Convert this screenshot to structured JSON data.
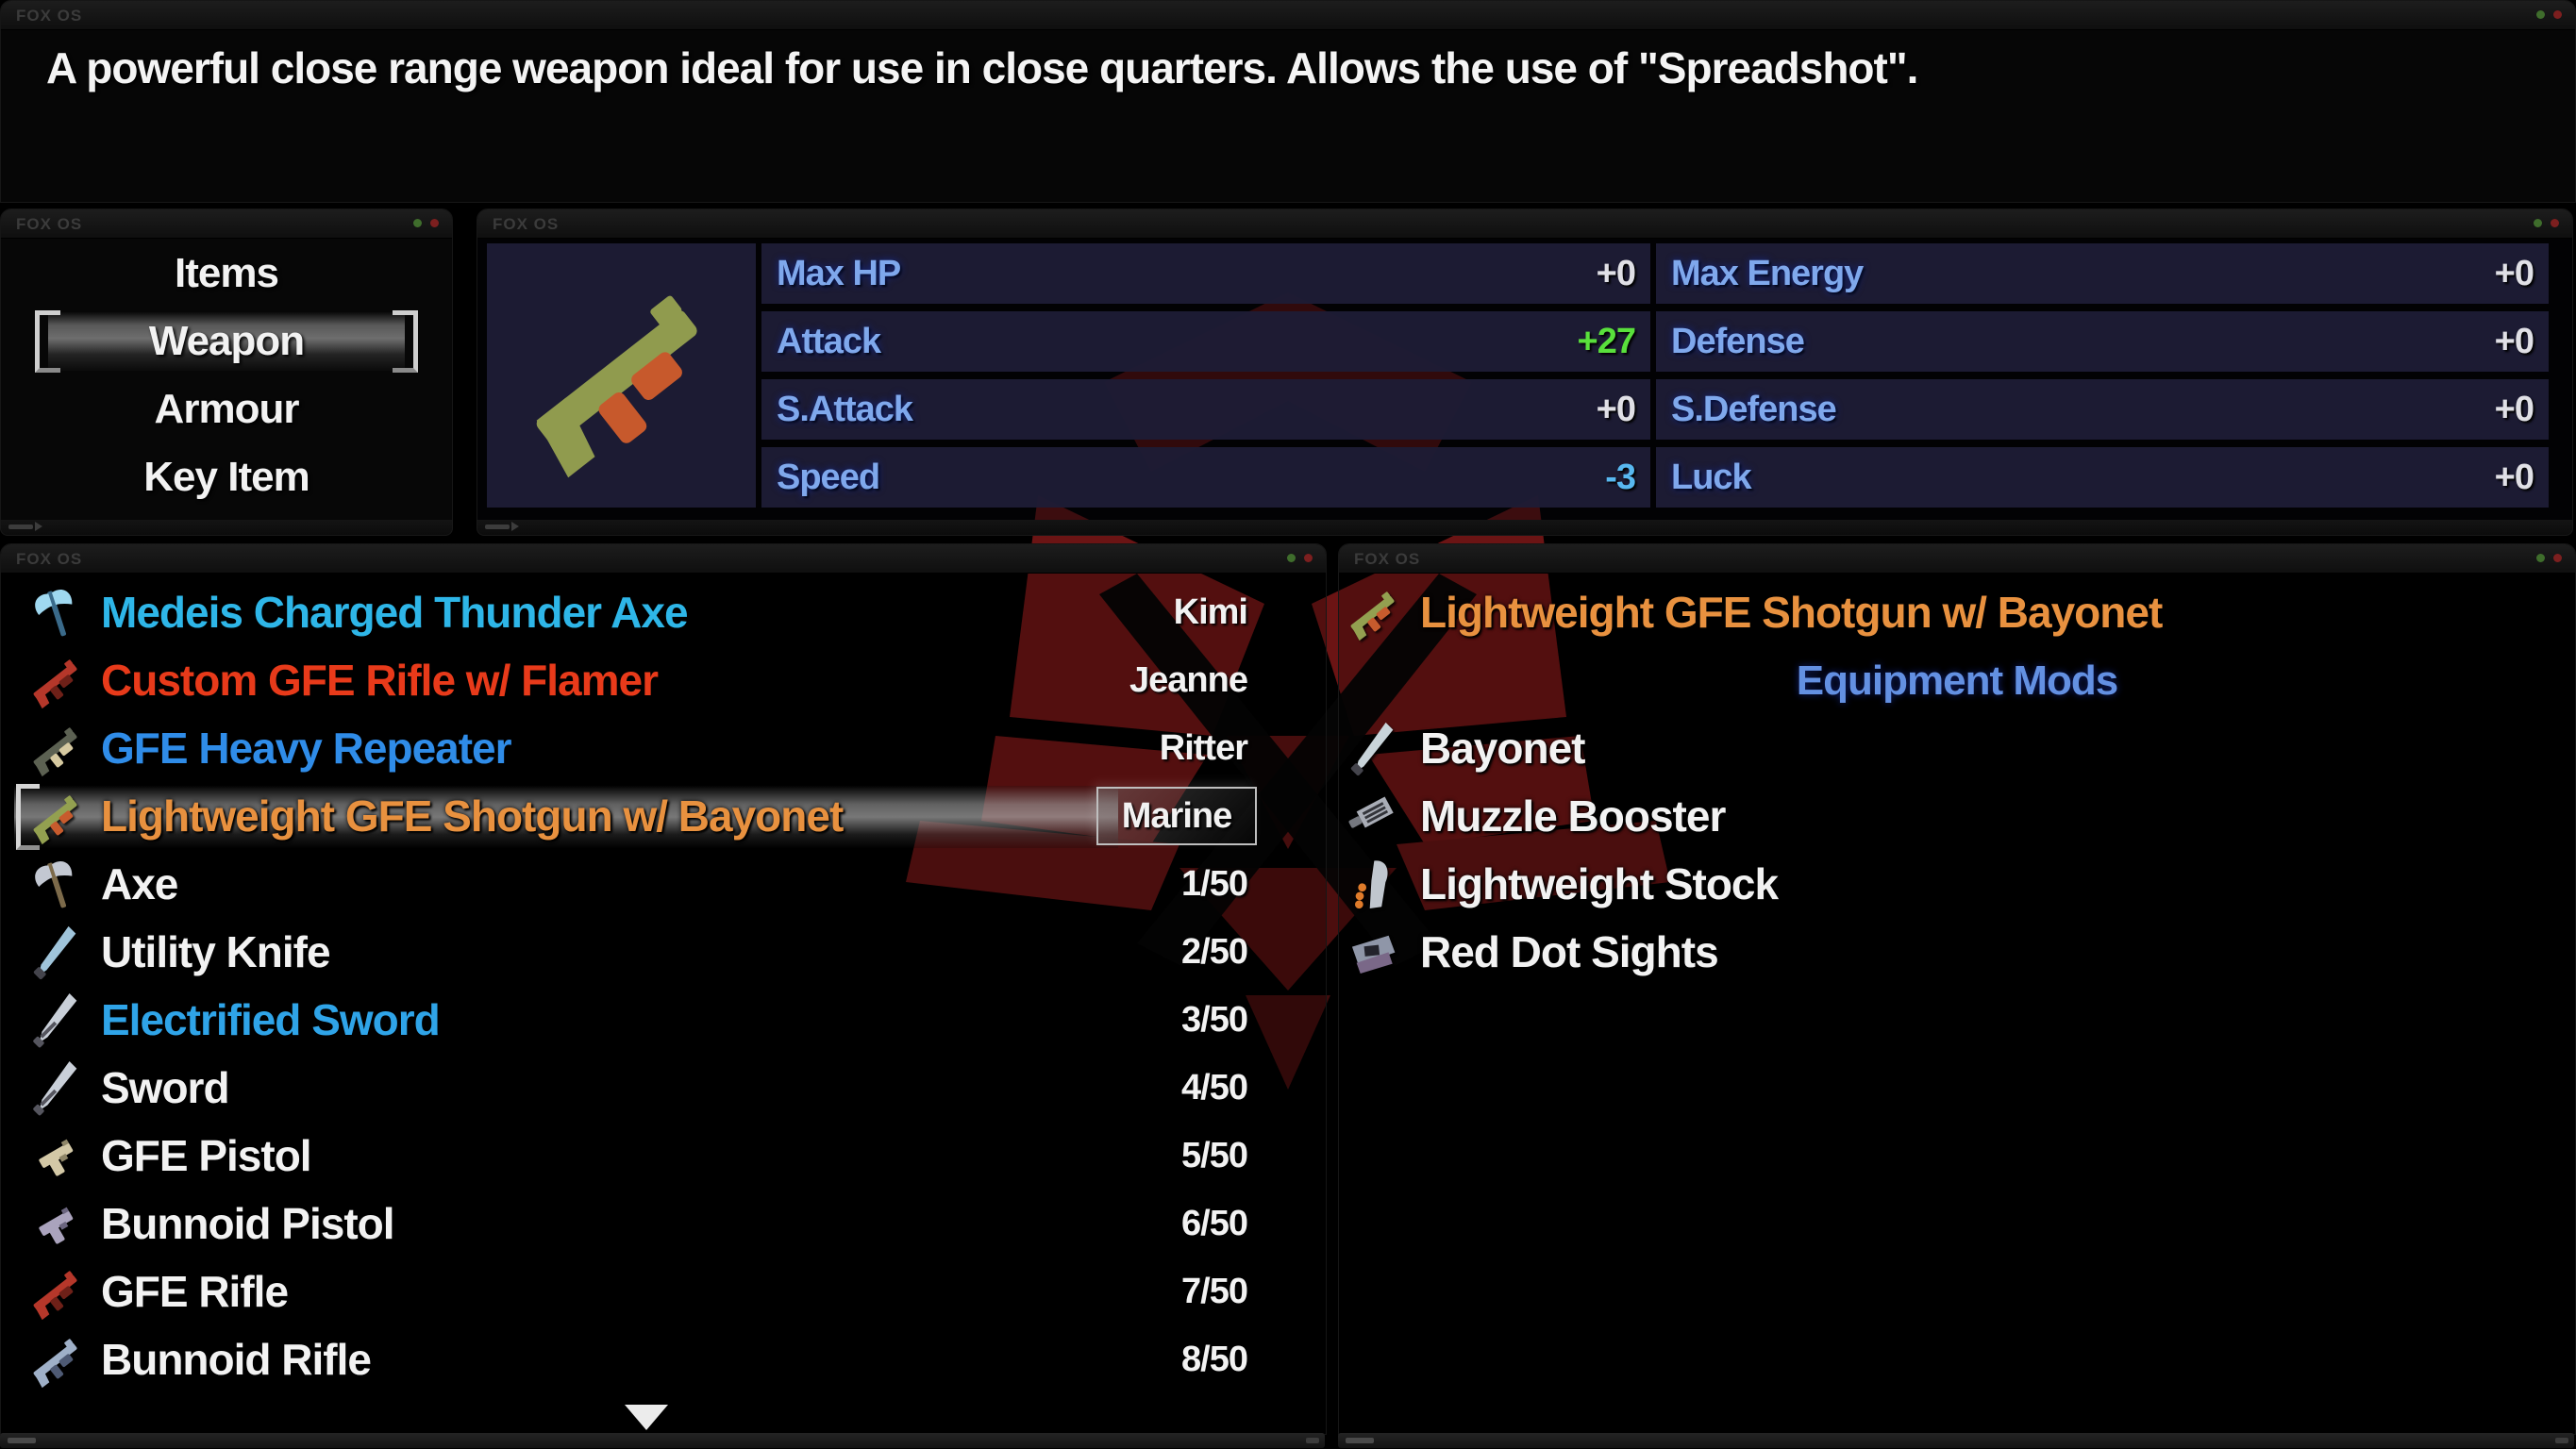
{
  "os_label": "FOX OS",
  "description": "A powerful close range weapon ideal for use in close quarters. Allows the use of \"Spreadshot\".",
  "menu": {
    "items": [
      {
        "label": "Items",
        "selected": false
      },
      {
        "label": "Weapon",
        "selected": true
      },
      {
        "label": "Armour",
        "selected": false
      },
      {
        "label": "Key Item",
        "selected": false
      }
    ]
  },
  "stats": {
    "preview": {
      "icon": "shotgun-preview-image",
      "shape": "gun",
      "color": "#909b4e",
      "accent": "#c7592c"
    },
    "rows": [
      {
        "left_label": "Max HP",
        "left_value": "+0",
        "left_value_color": "#e0e0e6",
        "right_label": "Max Energy",
        "right_value": "+0",
        "right_value_color": "#e0e0e6"
      },
      {
        "left_label": "Attack",
        "left_value": "+27",
        "left_value_color": "#59e03c",
        "right_label": "Defense",
        "right_value": "+0",
        "right_value_color": "#e0e0e6"
      },
      {
        "left_label": "S.Attack",
        "left_value": "+0",
        "left_value_color": "#e0e0e6",
        "right_label": "S.Defense",
        "right_value": "+0",
        "right_value_color": "#e0e0e6"
      },
      {
        "left_label": "Speed",
        "left_value": "-3",
        "left_value_color": "#58b8f0",
        "right_label": "Luck",
        "right_value": "+0",
        "right_value_color": "#e0e0e6"
      }
    ]
  },
  "weapon_list": {
    "items": [
      {
        "icon": "thunder-axe-icon",
        "shape": "axe",
        "icon_color": "#9fd8f0",
        "icon_accent": "#3a6a8a",
        "name": "Medeis Charged Thunder Axe",
        "name_color": "#2eb6e8",
        "value": "Kimi",
        "selected": false
      },
      {
        "icon": "flamer-rifle-icon",
        "shape": "gun",
        "icon_color": "#b5372a",
        "icon_accent": "#6e2018",
        "name": "Custom GFE Rifle w/ Flamer",
        "name_color": "#e83a1a",
        "value": "Jeanne",
        "selected": false
      },
      {
        "icon": "heavy-repeater-icon",
        "shape": "gun",
        "icon_color": "#5c6152",
        "icon_accent": "#d6c9a0",
        "name": "GFE Heavy Repeater",
        "name_color": "#2f8ce8",
        "value": "Ritter",
        "selected": false
      },
      {
        "icon": "shotgun-icon",
        "shape": "gun",
        "icon_color": "#93a050",
        "icon_accent": "#c75b2d",
        "name": "Lightweight GFE Shotgun w/ Bayonet",
        "name_color": "#e8913f",
        "value": "Marine",
        "selected": true
      },
      {
        "icon": "axe-icon",
        "shape": "axe",
        "icon_color": "#c3c8d2",
        "icon_accent": "#7c6a4a",
        "name": "Axe",
        "name_color": "#f2f2f2",
        "value": "1/50",
        "selected": false
      },
      {
        "icon": "utility-knife-icon",
        "shape": "blade",
        "icon_color": "#9fc4da",
        "icon_accent": "#44444c",
        "name": "Utility Knife",
        "name_color": "#f2f2f2",
        "value": "2/50",
        "selected": false
      },
      {
        "icon": "sword-icon",
        "shape": "sword",
        "icon_color": "#c9cfd8",
        "icon_accent": "#55555e",
        "name": "Electrified Sword",
        "name_color": "#2fa4e8",
        "value": "3/50",
        "selected": false
      },
      {
        "icon": "sword-icon",
        "shape": "sword",
        "icon_color": "#c9cfd8",
        "icon_accent": "#55555e",
        "name": "Sword",
        "name_color": "#f2f2f2",
        "value": "4/50",
        "selected": false
      },
      {
        "icon": "gfe-pistol-icon",
        "shape": "pistol",
        "icon_color": "#d3c8a6",
        "icon_accent": "#8f8668",
        "name": "GFE Pistol",
        "name_color": "#f2f2f2",
        "value": "5/50",
        "selected": false
      },
      {
        "icon": "bunnoid-pistol-icon",
        "shape": "pistol",
        "icon_color": "#aaa3bd",
        "icon_accent": "#6b657f",
        "name": "Bunnoid Pistol",
        "name_color": "#f2f2f2",
        "value": "6/50",
        "selected": false
      },
      {
        "icon": "gfe-rifle-icon",
        "shape": "gun",
        "icon_color": "#b5372a",
        "icon_accent": "#6e2018",
        "name": "GFE Rifle",
        "name_color": "#f2f2f2",
        "value": "7/50",
        "selected": false
      },
      {
        "icon": "bunnoid-rifle-icon",
        "shape": "gun",
        "icon_color": "#9fb0c8",
        "icon_accent": "#4e5a74",
        "name": "Bunnoid Rifle",
        "name_color": "#f2f2f2",
        "value": "8/50",
        "selected": false
      }
    ],
    "scroll_down_icon": "chevron-down-icon"
  },
  "mods_panel": {
    "title": "Lightweight GFE Shotgun w/ Bayonet",
    "title_color": "#e8913f",
    "title_icon": {
      "icon": "shotgun-icon",
      "shape": "gun",
      "color": "#93a050",
      "accent": "#c75b2d"
    },
    "subtitle": "Equipment Mods",
    "mods": [
      {
        "icon": "bayonet-icon",
        "shape": "blade",
        "icon_color": "#c9d4da",
        "icon_accent": "#44444c",
        "name": "Bayonet"
      },
      {
        "icon": "muzzle-booster-icon",
        "shape": "muzzle",
        "icon_color": "#a9adb6",
        "icon_accent": "#33343a",
        "name": "Muzzle Booster"
      },
      {
        "icon": "lightweight-stock-icon",
        "shape": "stock",
        "icon_color": "#c0c6ce",
        "icon_accent": "#e07b2a",
        "name": "Lightweight Stock"
      },
      {
        "icon": "red-dot-sights-icon",
        "shape": "sight",
        "icon_color": "#8f96a8",
        "icon_accent": "#7a6888",
        "name": "Red Dot Sights"
      }
    ]
  },
  "colors": {
    "stat_label_blue": "#7fa8ec",
    "attack_green": "#59e03c",
    "speed_blue": "#58b8f0",
    "title_orange": "#e8913f",
    "mods_blue": "#6390e2",
    "emblem_red": "#6b1414"
  }
}
